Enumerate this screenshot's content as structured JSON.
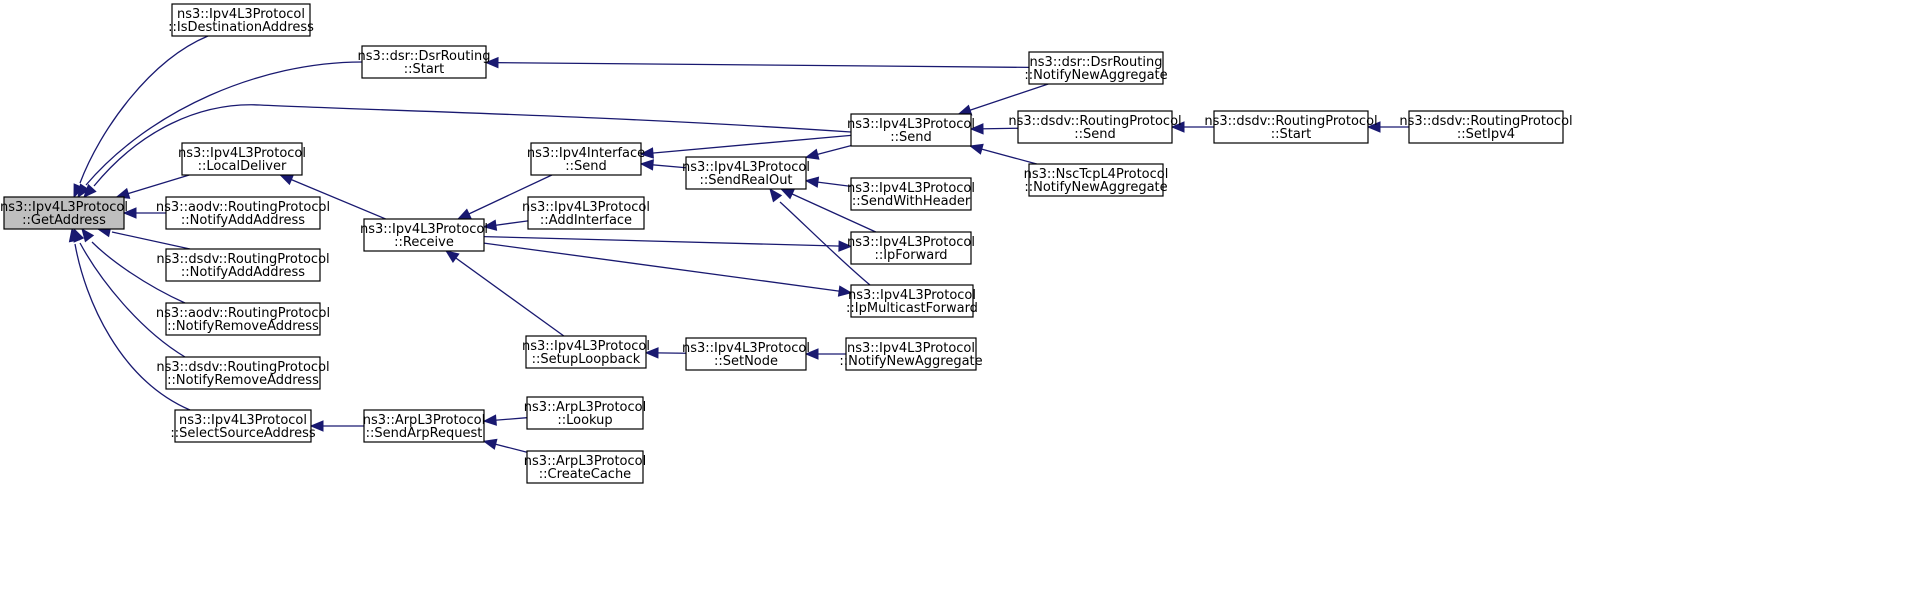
{
  "graph": {
    "colors": {
      "edge": "#191970",
      "focus_fill": "#bfbfbf",
      "node_fill": "#ffffff",
      "node_border": "#000000"
    },
    "nodes": [
      {
        "id": "get_address",
        "line1": "ns3::Ipv4L3Protocol",
        "line2": "::GetAddress",
        "focus": true
      },
      {
        "id": "is_destination_address",
        "line1": "ns3::Ipv4L3Protocol",
        "line2": "::IsDestinationAddress"
      },
      {
        "id": "dsr_start",
        "line1": "ns3::dsr::DsrRouting",
        "line2": "::Start"
      },
      {
        "id": "local_deliver",
        "line1": "ns3::Ipv4L3Protocol",
        "line2": "::LocalDeliver"
      },
      {
        "id": "aodv_notify_add",
        "line1": "ns3::aodv::RoutingProtocol",
        "line2": "::NotifyAddAddress"
      },
      {
        "id": "dsdv_notify_add",
        "line1": "ns3::dsdv::RoutingProtocol",
        "line2": "::NotifyAddAddress"
      },
      {
        "id": "aodv_notify_remove",
        "line1": "ns3::aodv::RoutingProtocol",
        "line2": "::NotifyRemoveAddress"
      },
      {
        "id": "dsdv_notify_remove",
        "line1": "ns3::dsdv::RoutingProtocol",
        "line2": "::NotifyRemoveAddress"
      },
      {
        "id": "select_source_address",
        "line1": "ns3::Ipv4L3Protocol",
        "line2": "::SelectSourceAddress"
      },
      {
        "id": "receive",
        "line1": "ns3::Ipv4L3Protocol",
        "line2": "::Receive"
      },
      {
        "id": "send_arp_request",
        "line1": "ns3::ArpL3Protocol",
        "line2": "::SendArpRequest"
      },
      {
        "id": "interface_send",
        "line1": "ns3::Ipv4Interface",
        "line2": "::Send"
      },
      {
        "id": "add_interface",
        "line1": "ns3::Ipv4L3Protocol",
        "line2": "::AddInterface"
      },
      {
        "id": "setup_loopback",
        "line1": "ns3::Ipv4L3Protocol",
        "line2": "::SetupLoopback"
      },
      {
        "id": "arp_lookup",
        "line1": "ns3::ArpL3Protocol",
        "line2": "::Lookup"
      },
      {
        "id": "arp_create_cache",
        "line1": "ns3::ArpL3Protocol",
        "line2": "::CreateCache"
      },
      {
        "id": "send_real_out",
        "line1": "ns3::Ipv4L3Protocol",
        "line2": "::SendRealOut"
      },
      {
        "id": "set_node",
        "line1": "ns3::Ipv4L3Protocol",
        "line2": "::SetNode"
      },
      {
        "id": "ipv4_send",
        "line1": "ns3::Ipv4L3Protocol",
        "line2": "::Send"
      },
      {
        "id": "send_with_header",
        "line1": "ns3::Ipv4L3Protocol",
        "line2": "::SendWithHeader"
      },
      {
        "id": "ip_forward",
        "line1": "ns3::Ipv4L3Protocol",
        "line2": "::IpForward"
      },
      {
        "id": "ip_multicast_forward",
        "line1": "ns3::Ipv4L3Protocol",
        "line2": "::IpMulticastForward"
      },
      {
        "id": "ipv4_notify_new_aggregate",
        "line1": "ns3::Ipv4L3Protocol",
        "line2": "::NotifyNewAggregate"
      },
      {
        "id": "dsr_notify_new_aggregate",
        "line1": "ns3::dsr::DsrRouting",
        "line2": "::NotifyNewAggregate"
      },
      {
        "id": "dsdv_send",
        "line1": "ns3::dsdv::RoutingProtocol",
        "line2": "::Send"
      },
      {
        "id": "nsc_notify_new_aggregate",
        "line1": "ns3::NscTcpL4Protocol",
        "line2": "::NotifyNewAggregate"
      },
      {
        "id": "dsdv_start",
        "line1": "ns3::dsdv::RoutingProtocol",
        "line2": "::Start"
      },
      {
        "id": "dsdv_set_ipv4",
        "line1": "ns3::dsdv::RoutingProtocol",
        "line2": "::SetIpv4"
      }
    ],
    "edges": [
      {
        "from": "is_destination_address",
        "to": "get_address"
      },
      {
        "from": "dsr_start",
        "to": "get_address"
      },
      {
        "from": "ipv4_send",
        "to": "get_address"
      },
      {
        "from": "local_deliver",
        "to": "get_address"
      },
      {
        "from": "aodv_notify_add",
        "to": "get_address"
      },
      {
        "from": "dsdv_notify_add",
        "to": "get_address"
      },
      {
        "from": "aodv_notify_remove",
        "to": "get_address"
      },
      {
        "from": "dsdv_notify_remove",
        "to": "get_address"
      },
      {
        "from": "select_source_address",
        "to": "get_address"
      },
      {
        "from": "dsr_notify_new_aggregate",
        "to": "dsr_start"
      },
      {
        "from": "receive",
        "to": "local_deliver"
      },
      {
        "from": "send_arp_request",
        "to": "select_source_address"
      },
      {
        "from": "interface_send",
        "to": "receive"
      },
      {
        "from": "add_interface",
        "to": "receive"
      },
      {
        "from": "setup_loopback",
        "to": "receive"
      },
      {
        "from": "arp_lookup",
        "to": "send_arp_request"
      },
      {
        "from": "arp_create_cache",
        "to": "send_arp_request"
      },
      {
        "from": "receive",
        "to": "ip_forward"
      },
      {
        "from": "receive",
        "to": "ip_multicast_forward"
      },
      {
        "from": "ipv4_send",
        "to": "interface_send"
      },
      {
        "from": "send_real_out",
        "to": "interface_send"
      },
      {
        "from": "set_node",
        "to": "setup_loopback"
      },
      {
        "from": "ipv4_send",
        "to": "send_real_out"
      },
      {
        "from": "send_with_header",
        "to": "send_real_out"
      },
      {
        "from": "ip_forward",
        "to": "send_real_out"
      },
      {
        "from": "ip_multicast_forward",
        "to": "send_real_out"
      },
      {
        "from": "ipv4_notify_new_aggregate",
        "to": "set_node"
      },
      {
        "from": "dsr_notify_new_aggregate",
        "to": "ipv4_send"
      },
      {
        "from": "dsdv_send",
        "to": "ipv4_send"
      },
      {
        "from": "nsc_notify_new_aggregate",
        "to": "ipv4_send"
      },
      {
        "from": "dsdv_start",
        "to": "dsdv_send"
      },
      {
        "from": "dsdv_set_ipv4",
        "to": "dsdv_start"
      }
    ]
  }
}
